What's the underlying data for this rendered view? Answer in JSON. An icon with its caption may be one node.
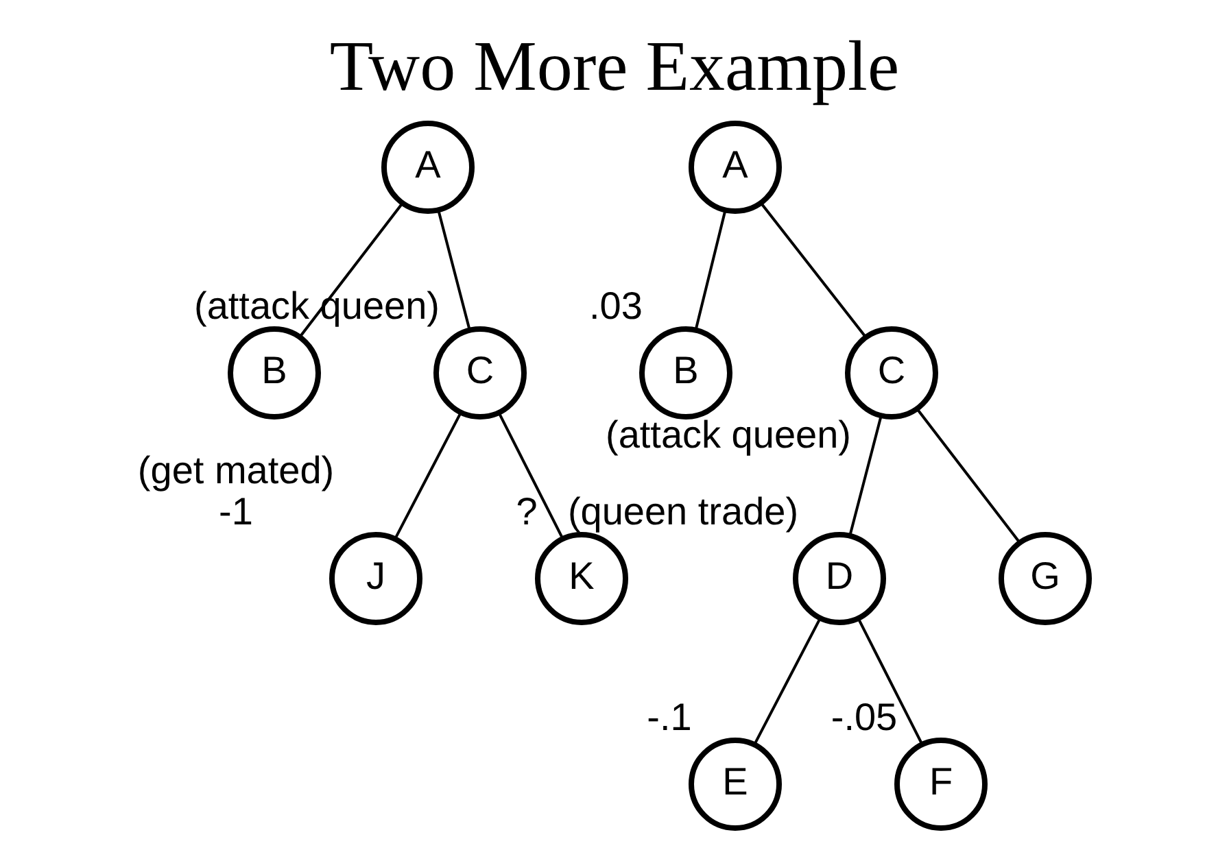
{
  "diagram": {
    "title": "Two More Example",
    "nodes": [
      {
        "text": [
          "A"
        ]
      },
      {
        "text": [
          "B"
        ]
      },
      {
        "text": [
          "C"
        ],
        "beside": [
          "(attack queen)"
        ]
      },
      {
        "text": [
          "J"
        ],
        "beside": [
          "(get mated)",
          "-1"
        ]
      },
      {
        "text": [
          "K"
        ],
        "beside": [
          "?"
        ]
      },
      {
        "text": [
          "A"
        ]
      },
      {
        "text": [
          "B"
        ],
        "beside": [
          ".03"
        ]
      },
      {
        "text": [
          "C"
        ],
        "beside": [
          "(attack queen)"
        ]
      },
      {
        "text": [
          "D"
        ],
        "beside": [
          "(queen trade)"
        ]
      },
      {
        "text": [
          "G"
        ]
      },
      {
        "text": [
          "E"
        ],
        "beside": [
          "-.1"
        ]
      },
      {
        "text": [
          "F"
        ],
        "beside": [
          "-.05"
        ]
      }
    ],
    "edges": [
      {
        "from": 0,
        "to": 1,
        "arrow": "none"
      },
      {
        "from": 0,
        "to": 2,
        "arrow": "none"
      },
      {
        "from": 2,
        "to": 3,
        "arrow": "none"
      },
      {
        "from": 2,
        "to": 4,
        "arrow": "none"
      },
      {
        "from": 5,
        "to": 6,
        "arrow": "none"
      },
      {
        "from": 5,
        "to": 7,
        "arrow": "none"
      },
      {
        "from": 7,
        "to": 8,
        "arrow": "none"
      },
      {
        "from": 7,
        "to": 9,
        "arrow": "none"
      },
      {
        "from": 8,
        "to": 10,
        "arrow": "none"
      },
      {
        "from": 8,
        "to": 11,
        "arrow": "none"
      }
    ]
  }
}
